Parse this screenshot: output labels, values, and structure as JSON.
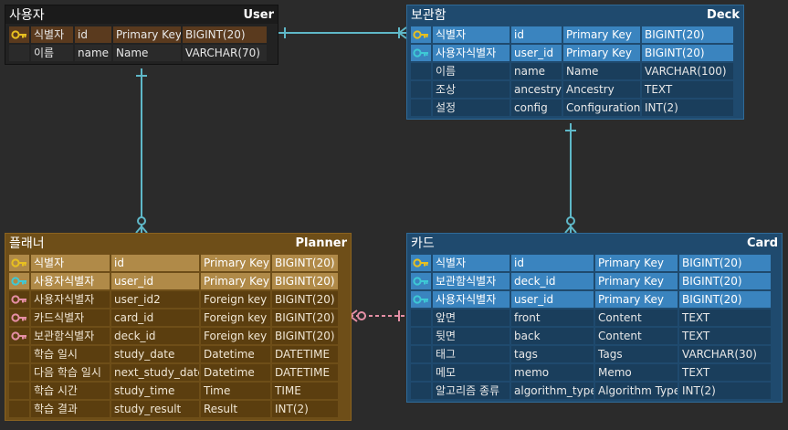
{
  "colors": {
    "relation_line": "#5fb8c8",
    "pk_key": "#e8c020",
    "fk_key_cyan": "#3ec9d6",
    "fk_key_pink": "#e58fa5"
  },
  "tables": {
    "user": {
      "kname": "사용자",
      "ename": "User",
      "rows": [
        {
          "key": "pk-key-icon",
          "k": "식별자",
          "c": "id",
          "l": "Primary Key",
          "t": "BIGINT(20)"
        },
        {
          "key": "",
          "k": "이름",
          "c": "name",
          "l": "Name",
          "t": "VARCHAR(70)"
        }
      ]
    },
    "deck": {
      "kname": "보관함",
      "ename": "Deck",
      "rows": [
        {
          "key": "pk-key-icon",
          "k": "식별자",
          "c": "id",
          "l": "Primary Key",
          "t": "BIGINT(20)"
        },
        {
          "key": "fk-key-icon",
          "k": "사용자식별자",
          "c": "user_id",
          "l": "Primary Key",
          "t": "BIGINT(20)"
        },
        {
          "key": "",
          "k": "이름",
          "c": "name",
          "l": "Name",
          "t": "VARCHAR(100)"
        },
        {
          "key": "",
          "k": "조상",
          "c": "ancestry",
          "l": "Ancestry",
          "t": "TEXT"
        },
        {
          "key": "",
          "k": "설정",
          "c": "config",
          "l": "Configuration",
          "t": "INT(2)"
        }
      ]
    },
    "planner": {
      "kname": "플래너",
      "ename": "Planner",
      "rows": [
        {
          "key": "pk-key-icon",
          "k": "식별자",
          "c": "id",
          "l": "Primary Key",
          "t": "BIGINT(20)"
        },
        {
          "key": "fk-key-icon",
          "k": "사용자식별자",
          "c": "user_id",
          "l": "Primary Key",
          "t": "BIGINT(20)"
        },
        {
          "key": "foreign-key-icon",
          "k": "사용자식별자",
          "c": "user_id2",
          "l": "Foreign key",
          "t": "BIGINT(20)"
        },
        {
          "key": "foreign-key-icon",
          "k": "카드식별자",
          "c": "card_id",
          "l": "Foreign key",
          "t": "BIGINT(20)"
        },
        {
          "key": "foreign-key-icon",
          "k": "보관함식별자",
          "c": "deck_id",
          "l": "Foreign key",
          "t": "BIGINT(20)"
        },
        {
          "key": "",
          "k": "학습 일시",
          "c": "study_date",
          "l": "Datetime",
          "t": "DATETIME"
        },
        {
          "key": "",
          "k": "다음 학습 일시",
          "c": "next_study_date",
          "l": "Datetime",
          "t": "DATETIME"
        },
        {
          "key": "",
          "k": "학습 시간",
          "c": "study_time",
          "l": "Time",
          "t": "TIME"
        },
        {
          "key": "",
          "k": "학습 결과",
          "c": "study_result",
          "l": "Result",
          "t": "INT(2)"
        }
      ]
    },
    "card": {
      "kname": "카드",
      "ename": "Card",
      "rows": [
        {
          "key": "pk-key-icon",
          "k": "식별자",
          "c": "id",
          "l": "Primary Key",
          "t": "BIGINT(20)"
        },
        {
          "key": "fk-key-icon",
          "k": "보관함식별자",
          "c": "deck_id",
          "l": "Primary Key",
          "t": "BIGINT(20)"
        },
        {
          "key": "fk-key-icon",
          "k": "사용자식별자",
          "c": "user_id",
          "l": "Primary Key",
          "t": "BIGINT(20)"
        },
        {
          "key": "",
          "k": "앞면",
          "c": "front",
          "l": "Content",
          "t": "TEXT"
        },
        {
          "key": "",
          "k": "뒷면",
          "c": "back",
          "l": "Content",
          "t": "TEXT"
        },
        {
          "key": "",
          "k": "태그",
          "c": "tags",
          "l": "Tags",
          "t": "VARCHAR(30)"
        },
        {
          "key": "",
          "k": "메모",
          "c": "memo",
          "l": "Memo",
          "t": "TEXT"
        },
        {
          "key": "",
          "k": "알고리즘 종류",
          "c": "algorithm_type",
          "l": "Algorithm Type",
          "t": "INT(2)"
        }
      ]
    }
  }
}
